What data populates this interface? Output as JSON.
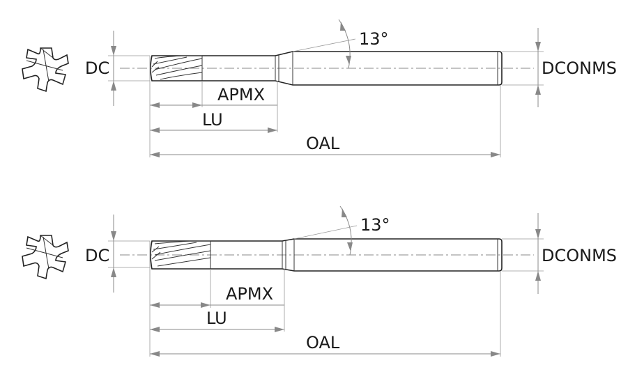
{
  "views": [
    {
      "labels": {
        "dc": "DC",
        "angle": "13°",
        "dconms": "DCONMS",
        "apmx": "APMX",
        "lu": "LU",
        "oal": "OAL"
      }
    },
    {
      "labels": {
        "dc": "DC",
        "angle": "13°",
        "dconms": "DCONMS",
        "apmx": "APMX",
        "lu": "LU",
        "oal": "OAL"
      }
    }
  ],
  "colors": {
    "outline": "#222222",
    "dimension": "#888888",
    "text": "#1a1a1a"
  },
  "icons": [
    "end-mill-cross-section-icon"
  ]
}
